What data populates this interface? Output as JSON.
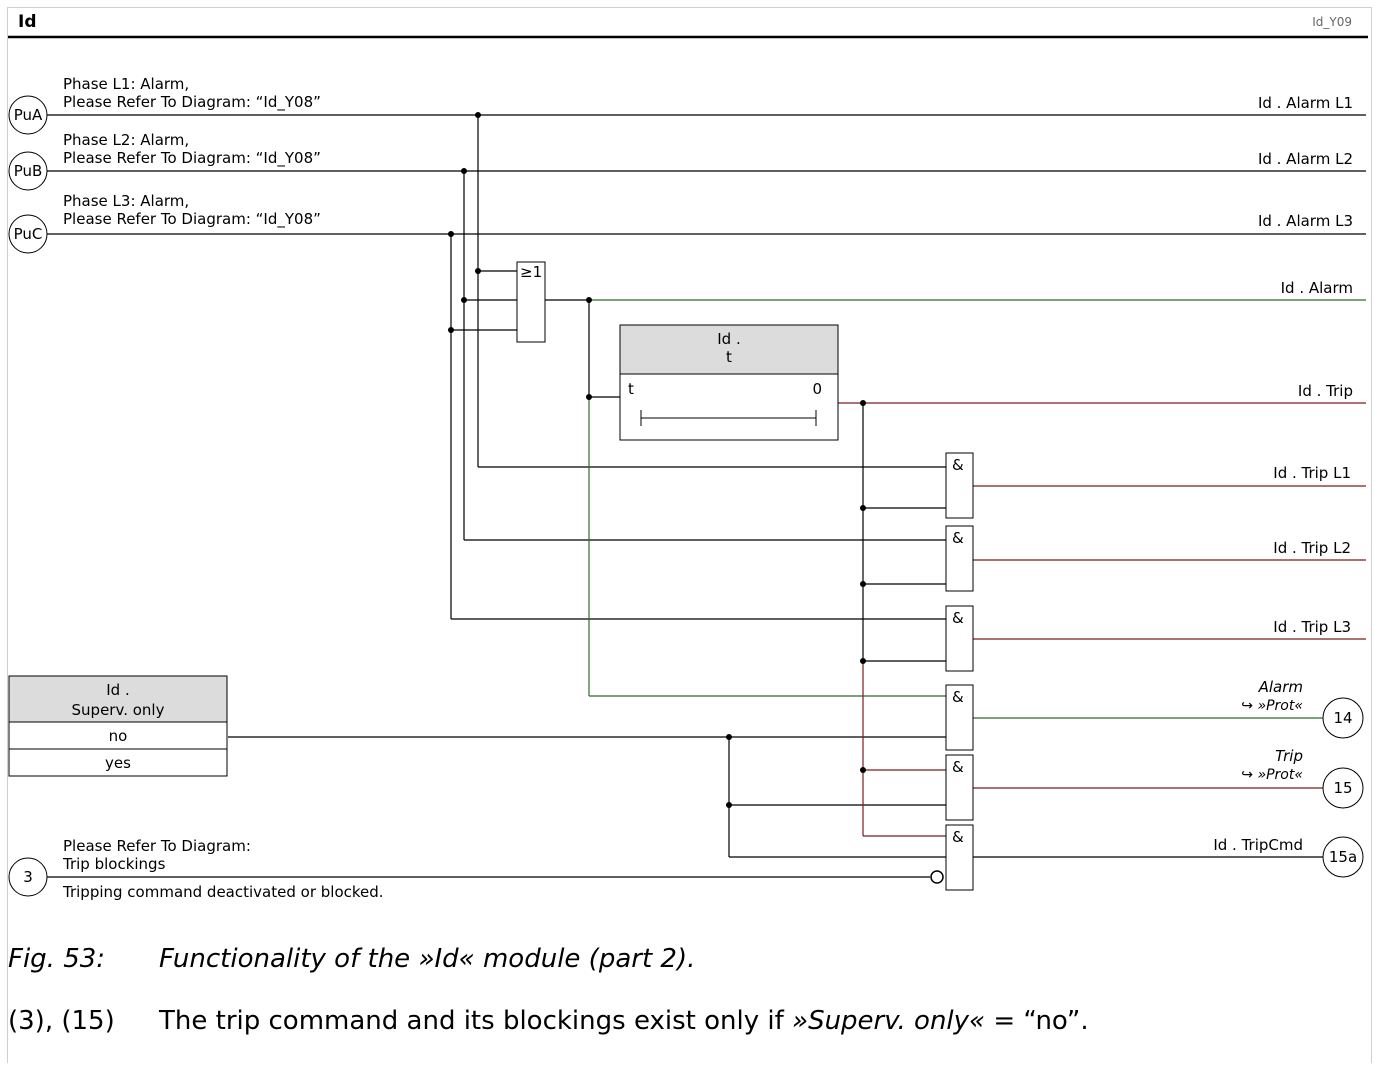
{
  "header": {
    "title": "Id",
    "diagram_id": "Id_Y09"
  },
  "inputs": [
    {
      "id": "PuA",
      "line1": "Phase L1: Alarm,",
      "line2": "Please Refer To Diagram: “Id_Y08”"
    },
    {
      "id": "PuB",
      "line1": "Phase L2: Alarm,",
      "line2": "Please Refer To Diagram: “Id_Y08”"
    },
    {
      "id": "PuC",
      "line1": "Phase L3: Alarm,",
      "line2": "Please Refer To Diagram: “Id_Y08”"
    }
  ],
  "outputs": {
    "alarm_l1": "Id . Alarm L1",
    "alarm_l2": "Id . Alarm L2",
    "alarm_l3": "Id . Alarm L3",
    "alarm": "Id . Alarm",
    "trip": "Id . Trip",
    "trip_l1": "Id . Trip L1",
    "trip_l2": "Id . Trip L2",
    "trip_l3": "Id . Trip L3",
    "trip_cmd": "Id . TripCmd"
  },
  "or_gate": {
    "symbol": "≥1"
  },
  "and_gate": {
    "symbol": "&"
  },
  "timer": {
    "title_line1": "Id .",
    "title_line2": "t",
    "left": "t",
    "right": "0"
  },
  "setting": {
    "title_line1": "Id .",
    "title_line2": "Superv. only",
    "options": [
      "no",
      "yes"
    ]
  },
  "blocking": {
    "connector": "3",
    "line1": "Please Refer To Diagram:",
    "line2": "Trip blockings",
    "note": "Tripping command deactivated or blocked."
  },
  "prot_outputs": [
    {
      "label": "Alarm",
      "sub": "↪ »Prot«",
      "connector": "14"
    },
    {
      "label": "Trip",
      "sub": "↪ »Prot«",
      "connector": "15"
    }
  ],
  "tripcmd_connector": "15a",
  "figure": {
    "number": "Fig. 53:",
    "caption": "Functionality of the »Id« module (part 2)."
  },
  "note": {
    "ref": "(3), (15)",
    "pre": "The trip command and its blockings exist only if ",
    "em": "»Superv. only«",
    "post": " = “no”."
  },
  "colors": {
    "wire": "#000000",
    "alarm_wire": "#2e6b2e",
    "trip_wire": "#7a1f1f",
    "box_header": "#dcdcdc"
  }
}
